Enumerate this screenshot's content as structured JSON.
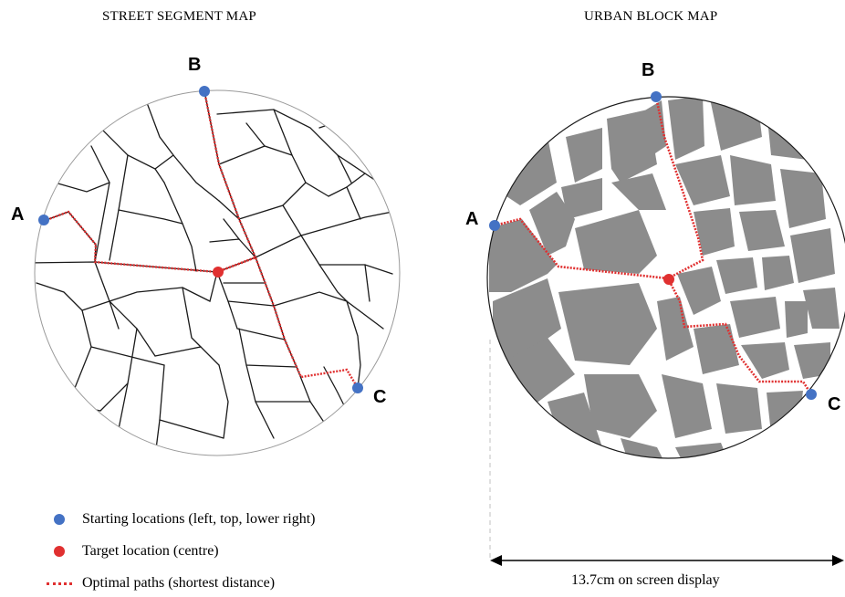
{
  "titles": {
    "left": "STREET SEGMENT MAP",
    "right": "URBAN BLOCK MAP"
  },
  "points": {
    "a": "A",
    "b": "B",
    "c": "C"
  },
  "legend": {
    "start": "Starting locations  (left, top, lower right)",
    "target": "Target location  (centre)",
    "path": "Optimal paths (shortest distance)"
  },
  "scale": {
    "label": "13.7cm on screen display"
  },
  "colors": {
    "start_marker": "#4472c4",
    "target_marker": "#e03030",
    "path": "#e03030",
    "block_fill": "#8c8c8c",
    "street_line": "#1a1a1a"
  }
}
